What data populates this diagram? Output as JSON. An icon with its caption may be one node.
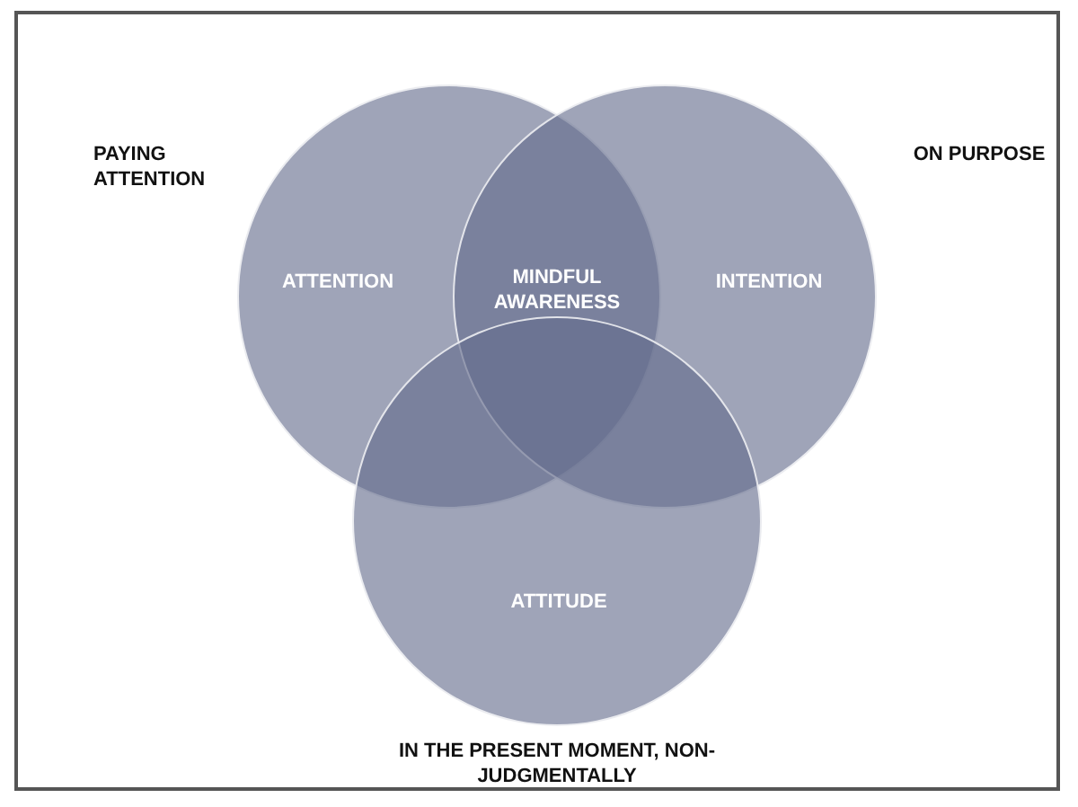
{
  "diagram": {
    "nodes": [
      {
        "text": [
          "ATTENTION"
        ],
        "beside": [
          "PAYING ATTENTION"
        ]
      },
      {
        "text": [
          "INTENTION"
        ],
        "beside": [
          "ON PURPOSE"
        ]
      },
      {
        "text": [
          "ATTITUDE"
        ],
        "beside": [
          "IN THE PRESENT MOMENT, NON-JUDGMENTALLY"
        ]
      },
      {
        "text": [
          "MINDFUL AWARENESS"
        ]
      }
    ]
  }
}
